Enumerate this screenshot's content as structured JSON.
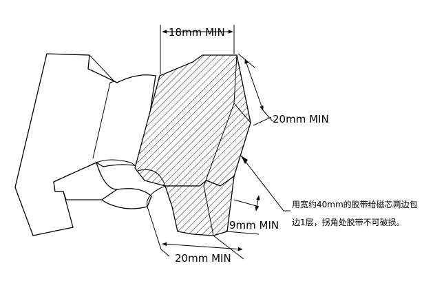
{
  "dimensions": {
    "top_width": "18mm MIN",
    "right_edge": "20mm MIN",
    "lower_thickness": "9mm MIN",
    "bottom_width": "20mm MIN"
  },
  "note": {
    "line1": "用宽约40mm的胶带给磁芯两边包",
    "line2": "边1层，拐角处胶带不可破损。"
  },
  "colors": {
    "line": "#000000",
    "background": "#ffffff"
  }
}
